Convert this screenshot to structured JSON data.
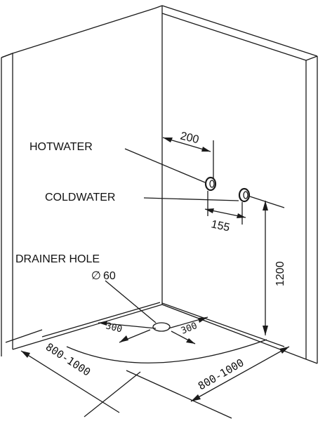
{
  "labels": {
    "hot_water": "HOTWATER",
    "cold_water": "COLDWATER",
    "drainer_hole": "DRAINER HOLE",
    "drain_diameter": "60",
    "diameter_symbol": "∅"
  },
  "dimensions": {
    "hot_offset": "200",
    "pipe_spacing": "155",
    "pipe_height": "1200",
    "drain_left": "300",
    "drain_right": "300",
    "width_left": "800-1000",
    "width_right": "800-1000"
  },
  "colors": {
    "line": "#1a1a1a",
    "background": "#ffffff"
  }
}
